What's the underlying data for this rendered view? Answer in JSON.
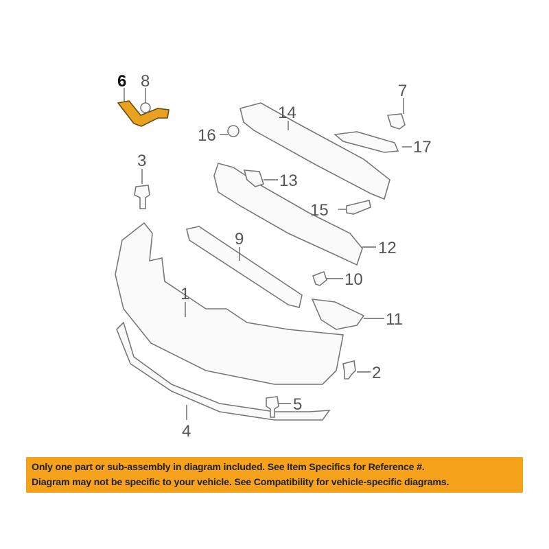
{
  "diagram": {
    "callouts": [
      "6",
      "8",
      "7",
      "14",
      "16",
      "17",
      "3",
      "13",
      "15",
      "12",
      "9",
      "10",
      "1",
      "11",
      "2",
      "5",
      "4"
    ],
    "highlighted_part": "6",
    "highlight_color": "#e8a21f"
  },
  "banner": {
    "line1": "Only one part or sub-assembly in diagram included. See Item Specifics for Reference #.",
    "line2": "Diagram may not be specific to your vehicle. See Compatibility for vehicle-specific diagrams.",
    "color": "#f7a21b"
  }
}
